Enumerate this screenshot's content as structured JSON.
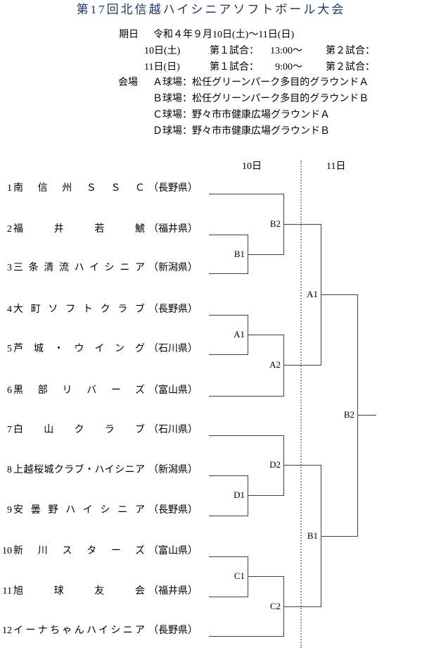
{
  "page": {
    "title": "第17回北信越ハイシニアソフトボール大会",
    "title_color": "#1f3864"
  },
  "schedule": {
    "date_label": "期日",
    "date_value": "令和４年９月10日(土)～11日(日)",
    "rows": [
      {
        "day": "10日(土)",
        "game1_label": "第１試合：",
        "game1_time": "13:00～",
        "game2_label": "第２試合："
      },
      {
        "day": "11日(日)",
        "game1_label": "第１試合：",
        "game1_time": "9:00～",
        "game2_label": "第２試合："
      }
    ],
    "venue_label": "会場",
    "venues": [
      "Ａ球場：松任グリーンパーク多目的グラウンドＡ",
      "Ｂ球場：松任グリーンパーク多目的グラウンドＢ",
      "Ｃ球場：野々市市健康広場グラウンドＡ",
      "Ｄ球場：野々市市健康広場グラウンドＢ"
    ]
  },
  "bracket": {
    "day_headers": [
      "10日",
      "11日"
    ],
    "teams": [
      {
        "no": "1",
        "name": "南信州ＳＳＣ",
        "pref": "（長野県）"
      },
      {
        "no": "2",
        "name": "福井若鯱",
        "pref": "（福井県）"
      },
      {
        "no": "3",
        "name": "三条清流ハイシニア",
        "pref": "（新潟県）"
      },
      {
        "no": "4",
        "name": "大町ソフトクラブ",
        "pref": "（長野県）"
      },
      {
        "no": "5",
        "name": "芦城・ウイング",
        "pref": "（石川県）"
      },
      {
        "no": "6",
        "name": "黒部リバーズ",
        "pref": "（富山県）"
      },
      {
        "no": "7",
        "name": "白山クラブ",
        "pref": "（石川県）"
      },
      {
        "no": "8",
        "name": "上越桜城クラブ・ハイシニア",
        "pref": "（新潟県）"
      },
      {
        "no": "9",
        "name": "安曇野ハイシニア",
        "pref": "（長野県）"
      },
      {
        "no": "10",
        "name": "新川スターズ",
        "pref": "（富山県）"
      },
      {
        "no": "11",
        "name": "旭球友会",
        "pref": "（福井県）"
      },
      {
        "no": "12",
        "name": "イーナちゃんハイシニア",
        "pref": "（長野県）"
      }
    ],
    "match_labels": {
      "round1": {
        "b1": "B1",
        "a1": "A1",
        "d1": "D1",
        "c1": "C1"
      },
      "round2": {
        "b2": "B2",
        "a2": "A2",
        "d2": "D2",
        "c2": "C2"
      },
      "semifinals": {
        "top": "A1",
        "bottom": "B1"
      },
      "final": "B2"
    }
  }
}
